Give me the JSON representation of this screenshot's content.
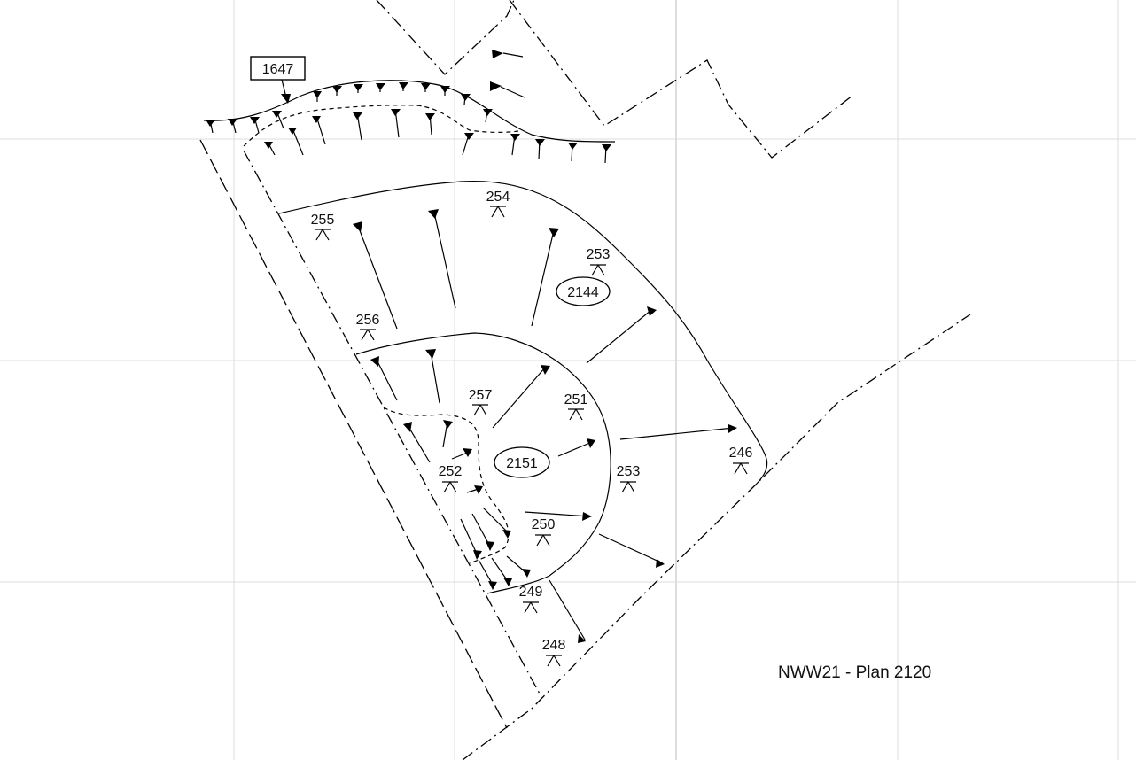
{
  "plan_title": "NWW21 - Plan 2120",
  "context_labels": [
    {
      "id": "ctx-1647",
      "text": "1647",
      "shape": "box"
    },
    {
      "id": "ctx-2144",
      "text": "2144",
      "shape": "ellipse"
    },
    {
      "id": "ctx-2151",
      "text": "2151",
      "shape": "ellipse"
    }
  ],
  "spot_heights": [
    {
      "id": "h-254",
      "text": "254"
    },
    {
      "id": "h-255",
      "text": "255"
    },
    {
      "id": "h-253a",
      "text": "253"
    },
    {
      "id": "h-256",
      "text": "256"
    },
    {
      "id": "h-257",
      "text": "257"
    },
    {
      "id": "h-251",
      "text": "251"
    },
    {
      "id": "h-252",
      "text": "252"
    },
    {
      "id": "h-253b",
      "text": "253"
    },
    {
      "id": "h-246",
      "text": "246"
    },
    {
      "id": "h-250",
      "text": "250"
    },
    {
      "id": "h-249",
      "text": "249"
    },
    {
      "id": "h-248",
      "text": "248"
    }
  ],
  "colors": {
    "line": "#000000",
    "grid": "#dcdcdc",
    "background": "#ffffff"
  }
}
